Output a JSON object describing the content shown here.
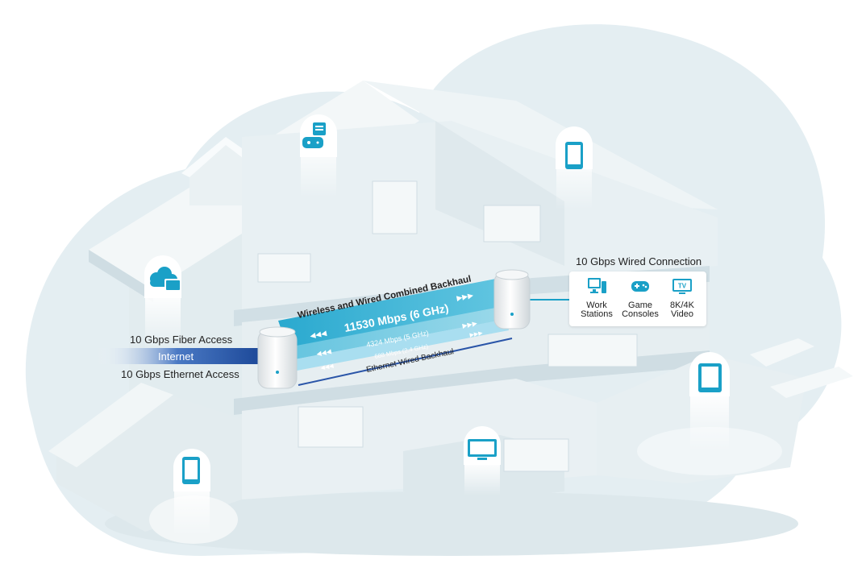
{
  "labels": {
    "fiber_access": "10 Gbps Fiber Access",
    "internet": "Internet",
    "ethernet_access": "10 Gbps Ethernet Access",
    "combined_backhaul": "Wireless and Wired Combined Backhaul",
    "band_6ghz": "11530 Mbps (6 GHz)",
    "band_5ghz": "4324 Mbps (5 GHz)",
    "band_24ghz": "688 Mbps (2.4 GHz)",
    "ethernet_backhaul": "Ethernet Wired Backhaul",
    "wired_connection": "10 Gbps Wired Connection",
    "arrows": "◀◀◀",
    "arrows_right": "▶▶▶"
  },
  "wired_devices": [
    {
      "icon": "workstation-icon",
      "line1": "Work",
      "line2": "Stations"
    },
    {
      "icon": "gamepad-icon",
      "line1": "Game",
      "line2": "Consoles"
    },
    {
      "icon": "tv-icon",
      "line1": "8K/4K",
      "line2": "Video"
    }
  ],
  "icons": {
    "tv_badge": "TV"
  },
  "colors": {
    "accent": "#1aa0c7",
    "accent_light": "#7fcfe3",
    "internet_blue": "#2a55a8",
    "house": "#e6eff2",
    "house_shade": "#d3e2e8",
    "cloud": "#e4eef2"
  }
}
